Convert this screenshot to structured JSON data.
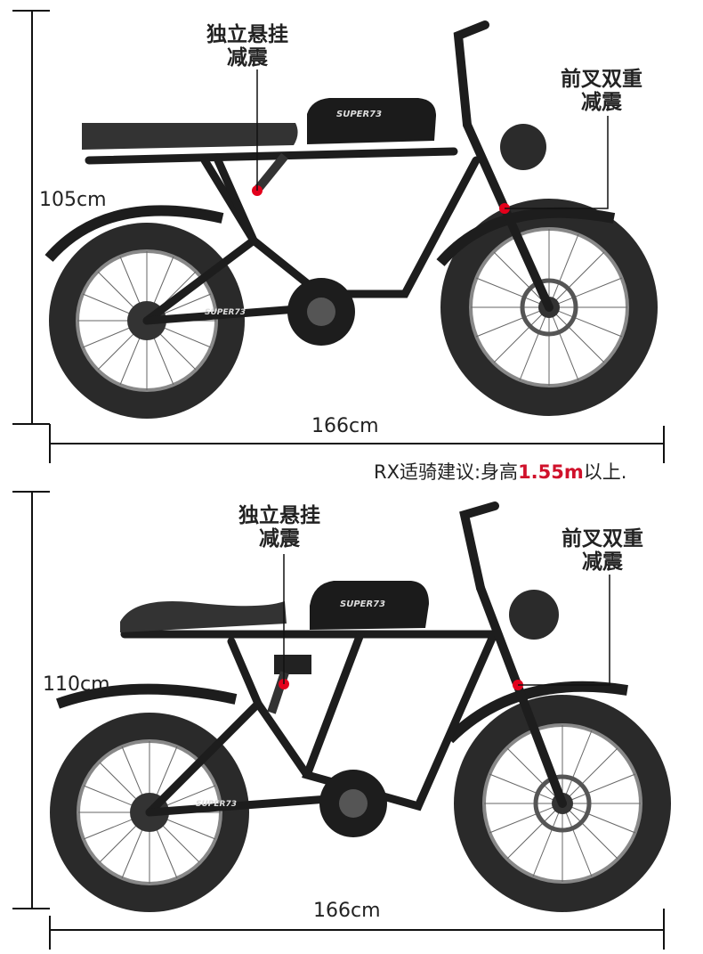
{
  "top_panel": {
    "height_label": "105cm",
    "length_label": "166cm",
    "rear_suspension_callout": [
      "独立悬挂",
      "减震"
    ],
    "front_fork_callout": [
      "前叉双重",
      "减震"
    ],
    "battery_brand": "SUPER73",
    "tire_brand": "SUPER73",
    "rider_note": {
      "prefix": "RX适骑建议:身高",
      "highlight": "1.55m",
      "suffix": "以上."
    }
  },
  "bottom_panel": {
    "height_label": "110cm",
    "length_label": "166cm",
    "rear_suspension_callout": [
      "独立悬挂",
      "减震"
    ],
    "front_fork_callout": [
      "前叉双重",
      "减震"
    ],
    "battery_brand": "SUPER73",
    "tire_brand": "SUPER73"
  },
  "colors": {
    "frame": "#1d1d1d",
    "tire": "#2a2a2a",
    "marker": "#e3001b",
    "highlight": "#d0112b",
    "dimension_line": "#111111"
  }
}
